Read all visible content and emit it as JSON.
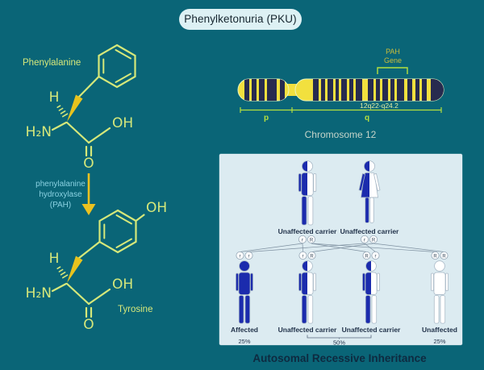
{
  "title": "Phenylketonuria (PKU)",
  "colors": {
    "background": "#0a6577",
    "pill-bg": "#ddf1f4",
    "pill-text": "#15252e",
    "structure": "#d6e87a",
    "wedge": "#e8c31d",
    "arrow": "#ecc220",
    "enzyme": "#8ad2e2",
    "chromo-yellow": "#f2e03e",
    "chromo-dark": "#272b4f",
    "chromo-outline": "#e8f4c0",
    "accent": "#b5e03e",
    "gene-text": "#c9bd3a",
    "locus-text": "#e6eda2",
    "caption-light": "#c4d4c9",
    "panel-bg": "#dcebf1",
    "figure-blue": "#1b2bad",
    "figure-outline": "#a8b8c6",
    "line-gray": "#7e90a0",
    "text-dark": "#1f3048",
    "heading-dark": "#0e2a40"
  },
  "molecules": {
    "phenylalanine": {
      "name": "Phenylalanine",
      "h": "H",
      "amine": "H₂N",
      "acid": "OH",
      "oxygen": "O"
    },
    "enzyme": {
      "line1": "phenylalanine",
      "line2": "hydroxylase",
      "line3": "(PAH)"
    },
    "tyrosine": {
      "name": "Tyrosine",
      "h": "H",
      "amine": "H₂N",
      "acid": "OH",
      "oxygen": "O",
      "ring_oh": "OH"
    }
  },
  "chromosome": {
    "gene1": "PAH",
    "gene2": "Gene",
    "locus": "12q22-q24.2",
    "p": "p",
    "q": "q",
    "caption": "Chromosome 12"
  },
  "pedigree": {
    "parents": [
      {
        "label": "Unaffected carrier",
        "sex": "male",
        "alleles": [
          "r",
          "R"
        ]
      },
      {
        "label": "Unaffected carrier",
        "sex": "female",
        "alleles": [
          "r",
          "R"
        ]
      }
    ],
    "children": [
      {
        "label": "Affected",
        "alleles": [
          "r",
          "r"
        ],
        "percent": "25%"
      },
      {
        "label": "Unaffected carrier",
        "alleles": [
          "r",
          "R"
        ]
      },
      {
        "label": "Unaffected carrier",
        "alleles": [
          "R",
          "r"
        ]
      },
      {
        "label": "Unaffected",
        "alleles": [
          "R",
          "R"
        ],
        "percent": "25%"
      }
    ],
    "carrier_percent": "50%",
    "caption": "Autosomal Recessive Inheritance"
  }
}
